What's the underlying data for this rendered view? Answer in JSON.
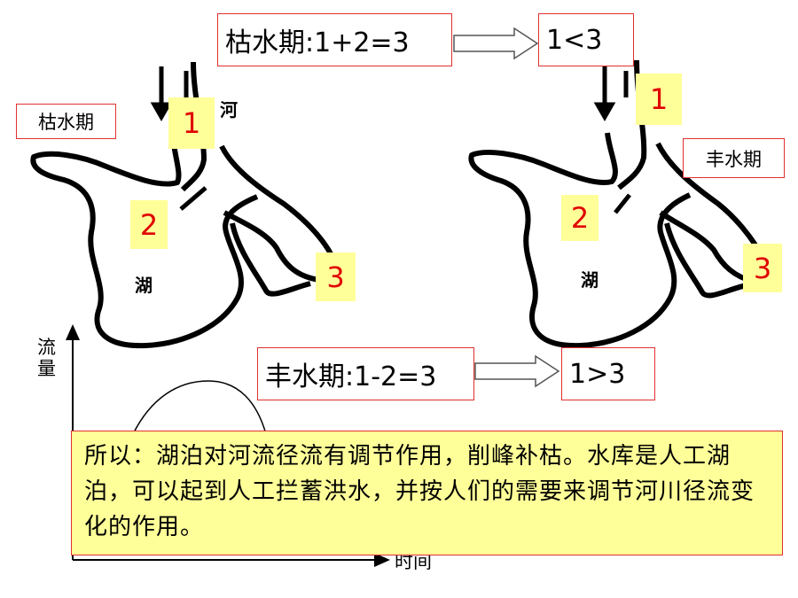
{
  "dry_season_label": "枯水期",
  "wet_season_label": "丰水期",
  "dry_equation": "枯水期:1+2=3",
  "dry_result": "1<3",
  "wet_equation": "丰水期:1-2=3",
  "wet_result": "1>3",
  "left_numbers": [
    "1",
    "2",
    "3"
  ],
  "right_numbers": [
    "1",
    "2",
    "3"
  ],
  "lake_char": "湖",
  "river_char": "河",
  "conclusion": "所以：湖泊对河流径流有调节作用，削峰补枯。水库是人工湖泊，可以起到人工拦蓄洪水，并按人们的需要来调节河川径流变化的作用。",
  "graph": {
    "ylabel": "流量",
    "xlabel": "时间"
  },
  "colors": {
    "box_border": "#e03030",
    "number_bg": "#ffff99",
    "number_text": "#e00000"
  }
}
